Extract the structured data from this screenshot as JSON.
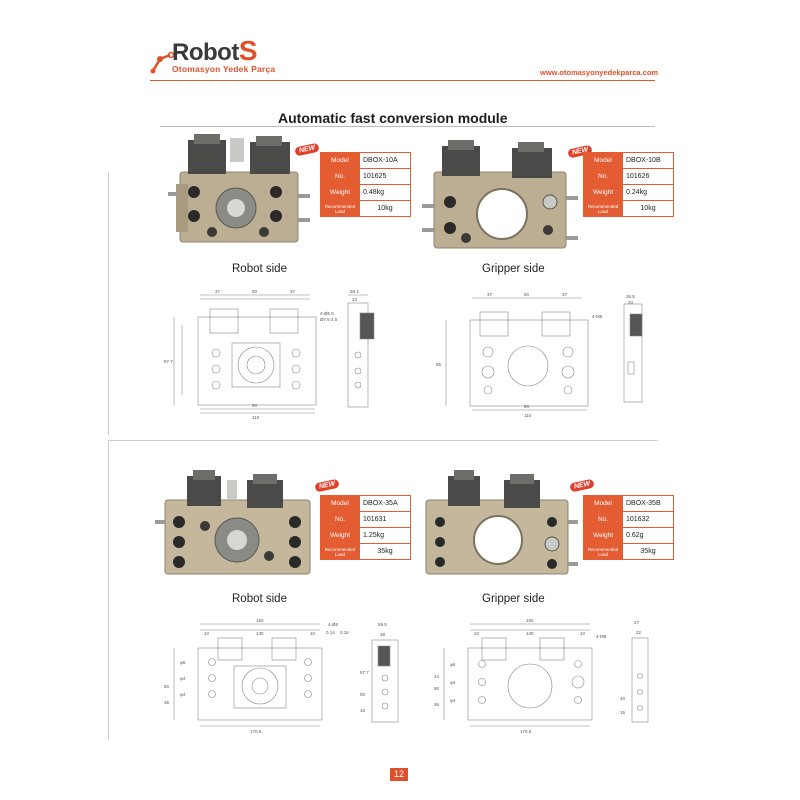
{
  "brand": {
    "name_main": "Robot",
    "name_accent": "S",
    "subtitle": "Otomasyon Yedek Parça",
    "url": "www.otomasyonyedekparca.com"
  },
  "page": {
    "title": "Automatic fast conversion module",
    "number": "12"
  },
  "new_badge": "NEW",
  "spec_labels": {
    "model": "Model",
    "no": "No.",
    "weight": "Weight",
    "load": "Recommended Load"
  },
  "products": [
    {
      "model": "DBOX-10A",
      "no": "101625",
      "weight": "0.48kg",
      "load": "10kg",
      "side": "Robot side"
    },
    {
      "model": "DBOX-10B",
      "no": "101626",
      "weight": "0.24kg",
      "load": "10kg",
      "side": "Gripper side"
    },
    {
      "model": "DBOX-35A",
      "no": "101631",
      "weight": "1.25kg",
      "load": "35kg",
      "side": "Robot side"
    },
    {
      "model": "DBOX-35B",
      "no": "101632",
      "weight": "0.62g",
      "load": "35kg",
      "side": "Gripper side"
    }
  ],
  "colors": {
    "accent": "#e0512b",
    "metal": "#b9ab90",
    "metal_dark": "#8e826c",
    "connector": "#4a4a48"
  },
  "drawing_dims": {
    "d10a": {
      "top1": "37",
      "top2": "50",
      "top3": "37",
      "w1": "90",
      "w2": "110",
      "h1": "87.7",
      "side": "39.1",
      "side2": "23",
      "note": "4-Ø5.5",
      "note2": "Ø7.5 4.5"
    },
    "d10b": {
      "top1": "37",
      "top2": "50",
      "top3": "37",
      "w1": "90",
      "w2": "110",
      "h1": "85",
      "side": "26.5",
      "side2": "20",
      "note": "4-M5"
    },
    "d35a": {
      "top1": "150",
      "top2": "130",
      "t1": "10",
      "t2": "10",
      "w1": "170.6",
      "side": "59.5",
      "side2": "38",
      "note": "4-Ø8",
      "n1": "0.14",
      "n2": "0.16",
      "h1": "80",
      "h2": "38",
      "v1": "97.7",
      "v2": "90",
      "v3": "15",
      "p1": "φ6",
      "p2": "φ4",
      "p3": "φ4"
    },
    "d35b": {
      "top1": "150",
      "top2": "130",
      "t1": "10",
      "t2": "10",
      "w1": "170.6",
      "side": "27",
      "side2": "22",
      "note": "4-M8",
      "h1": "80",
      "h2": "44",
      "h3": "36",
      "v1": "40",
      "v2": "15",
      "p1": "φ6",
      "p2": "φ4",
      "p3": "φ4"
    }
  }
}
